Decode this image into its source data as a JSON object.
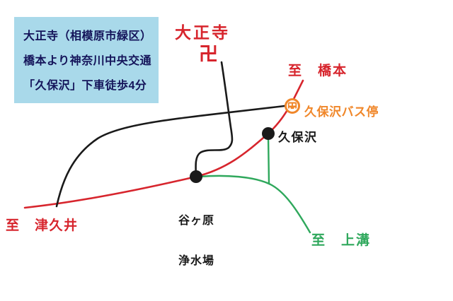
{
  "info_box": {
    "lines": [
      "大正寺（相模原市緑区）",
      "橋本より神奈川中央交通",
      "「久保沢」下車徒歩4分"
    ]
  },
  "temple": {
    "name": "大正寺",
    "symbol": "卍"
  },
  "destinations": {
    "hashimoto": "至　橋本",
    "tsukui": "至　津久井",
    "kamimizo": "至　上溝"
  },
  "bus_stop": {
    "label": "久保沢バス停",
    "icon": "bus-icon"
  },
  "landmarks": {
    "kubosawa": "久保沢",
    "yagahara_line1": "谷ヶ原",
    "yagahara_line2": "浄水場"
  },
  "colors": {
    "road_red": "#d7252d",
    "road_green": "#2fa85c",
    "road_black": "#1a1a1a",
    "bus_orange": "#f0872a",
    "info_box_bg": "#a9d9ea",
    "info_box_text": "#14145a"
  }
}
